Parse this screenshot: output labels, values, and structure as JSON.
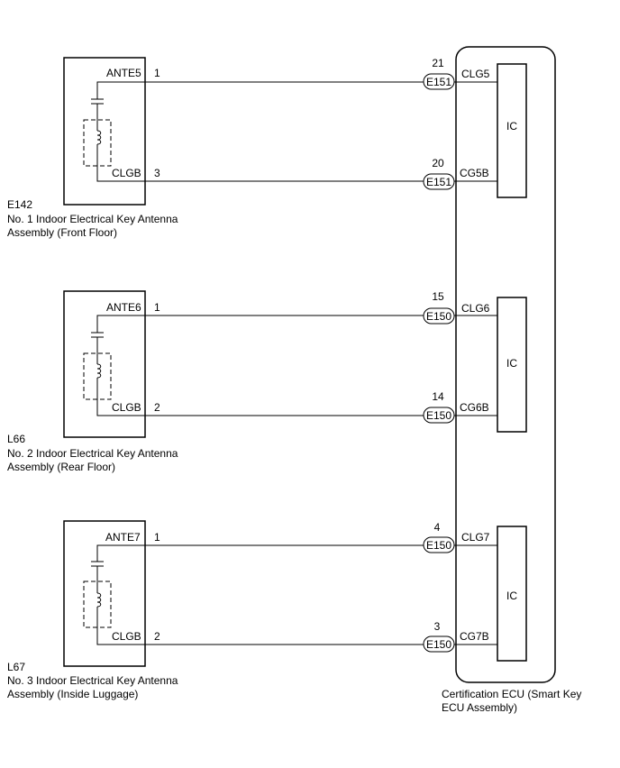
{
  "antennas": [
    {
      "connector_id": "E142",
      "name_line1": "No. 1 Indoor Electrical Key Antenna",
      "name_line2": "Assembly (Front Floor)",
      "top_terminal": {
        "name": "ANTE5",
        "pin": "1"
      },
      "bottom_terminal": {
        "name": "CLGB",
        "pin": "3"
      }
    },
    {
      "connector_id": "L66",
      "name_line1": "No. 2 Indoor Electrical Key Antenna",
      "name_line2": "Assembly (Rear Floor)",
      "top_terminal": {
        "name": "ANTE6",
        "pin": "1"
      },
      "bottom_terminal": {
        "name": "CLGB",
        "pin": "2"
      }
    },
    {
      "connector_id": "L67",
      "name_line1": "No. 3 Indoor Electrical Key Antenna",
      "name_line2": "Assembly (Inside Luggage)",
      "top_terminal": {
        "name": "ANTE7",
        "pin": "1"
      },
      "bottom_terminal": {
        "name": "CLGB",
        "pin": "2"
      }
    }
  ],
  "ecu": {
    "name_line1": "Certification ECU (Smart Key",
    "name_line2": "ECU Assembly)",
    "ic_label": "IC",
    "groups": [
      {
        "top": {
          "pin": "21",
          "connector": "E151",
          "terminal": "CLG5"
        },
        "bottom": {
          "pin": "20",
          "connector": "E151",
          "terminal": "CG5B"
        }
      },
      {
        "top": {
          "pin": "15",
          "connector": "E150",
          "terminal": "CLG6"
        },
        "bottom": {
          "pin": "14",
          "connector": "E150",
          "terminal": "CG6B"
        }
      },
      {
        "top": {
          "pin": "4",
          "connector": "E150",
          "terminal": "CLG7"
        },
        "bottom": {
          "pin": "3",
          "connector": "E150",
          "terminal": "CG7B"
        }
      }
    ]
  }
}
